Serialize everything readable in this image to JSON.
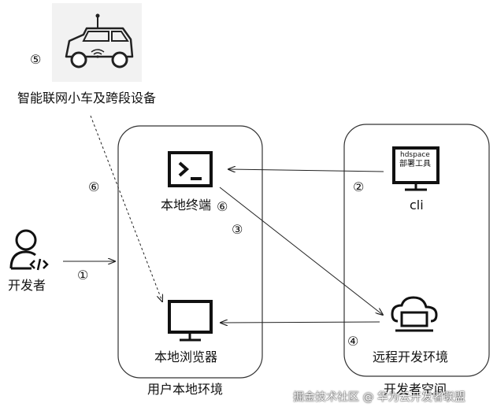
{
  "nodes": {
    "car": "智能联网小车及跨段设备",
    "developer": "开发者",
    "terminal": "本地终端",
    "browser": "本地浏览器",
    "cli": "cli",
    "cli_badge_line1": "hdspace",
    "cli_badge_line2": "部署工具",
    "remote_env": "远程开发环境"
  },
  "groups": {
    "user_local": "用户本地环境",
    "dev_space": "开发者空间"
  },
  "steps": {
    "s1": "①",
    "s2": "②",
    "s3": "③",
    "s4": "④",
    "s5": "⑤",
    "s6a": "⑥",
    "s6b": "⑥"
  },
  "watermark": "掘金技术社区 @ 华为云开发者联盟"
}
